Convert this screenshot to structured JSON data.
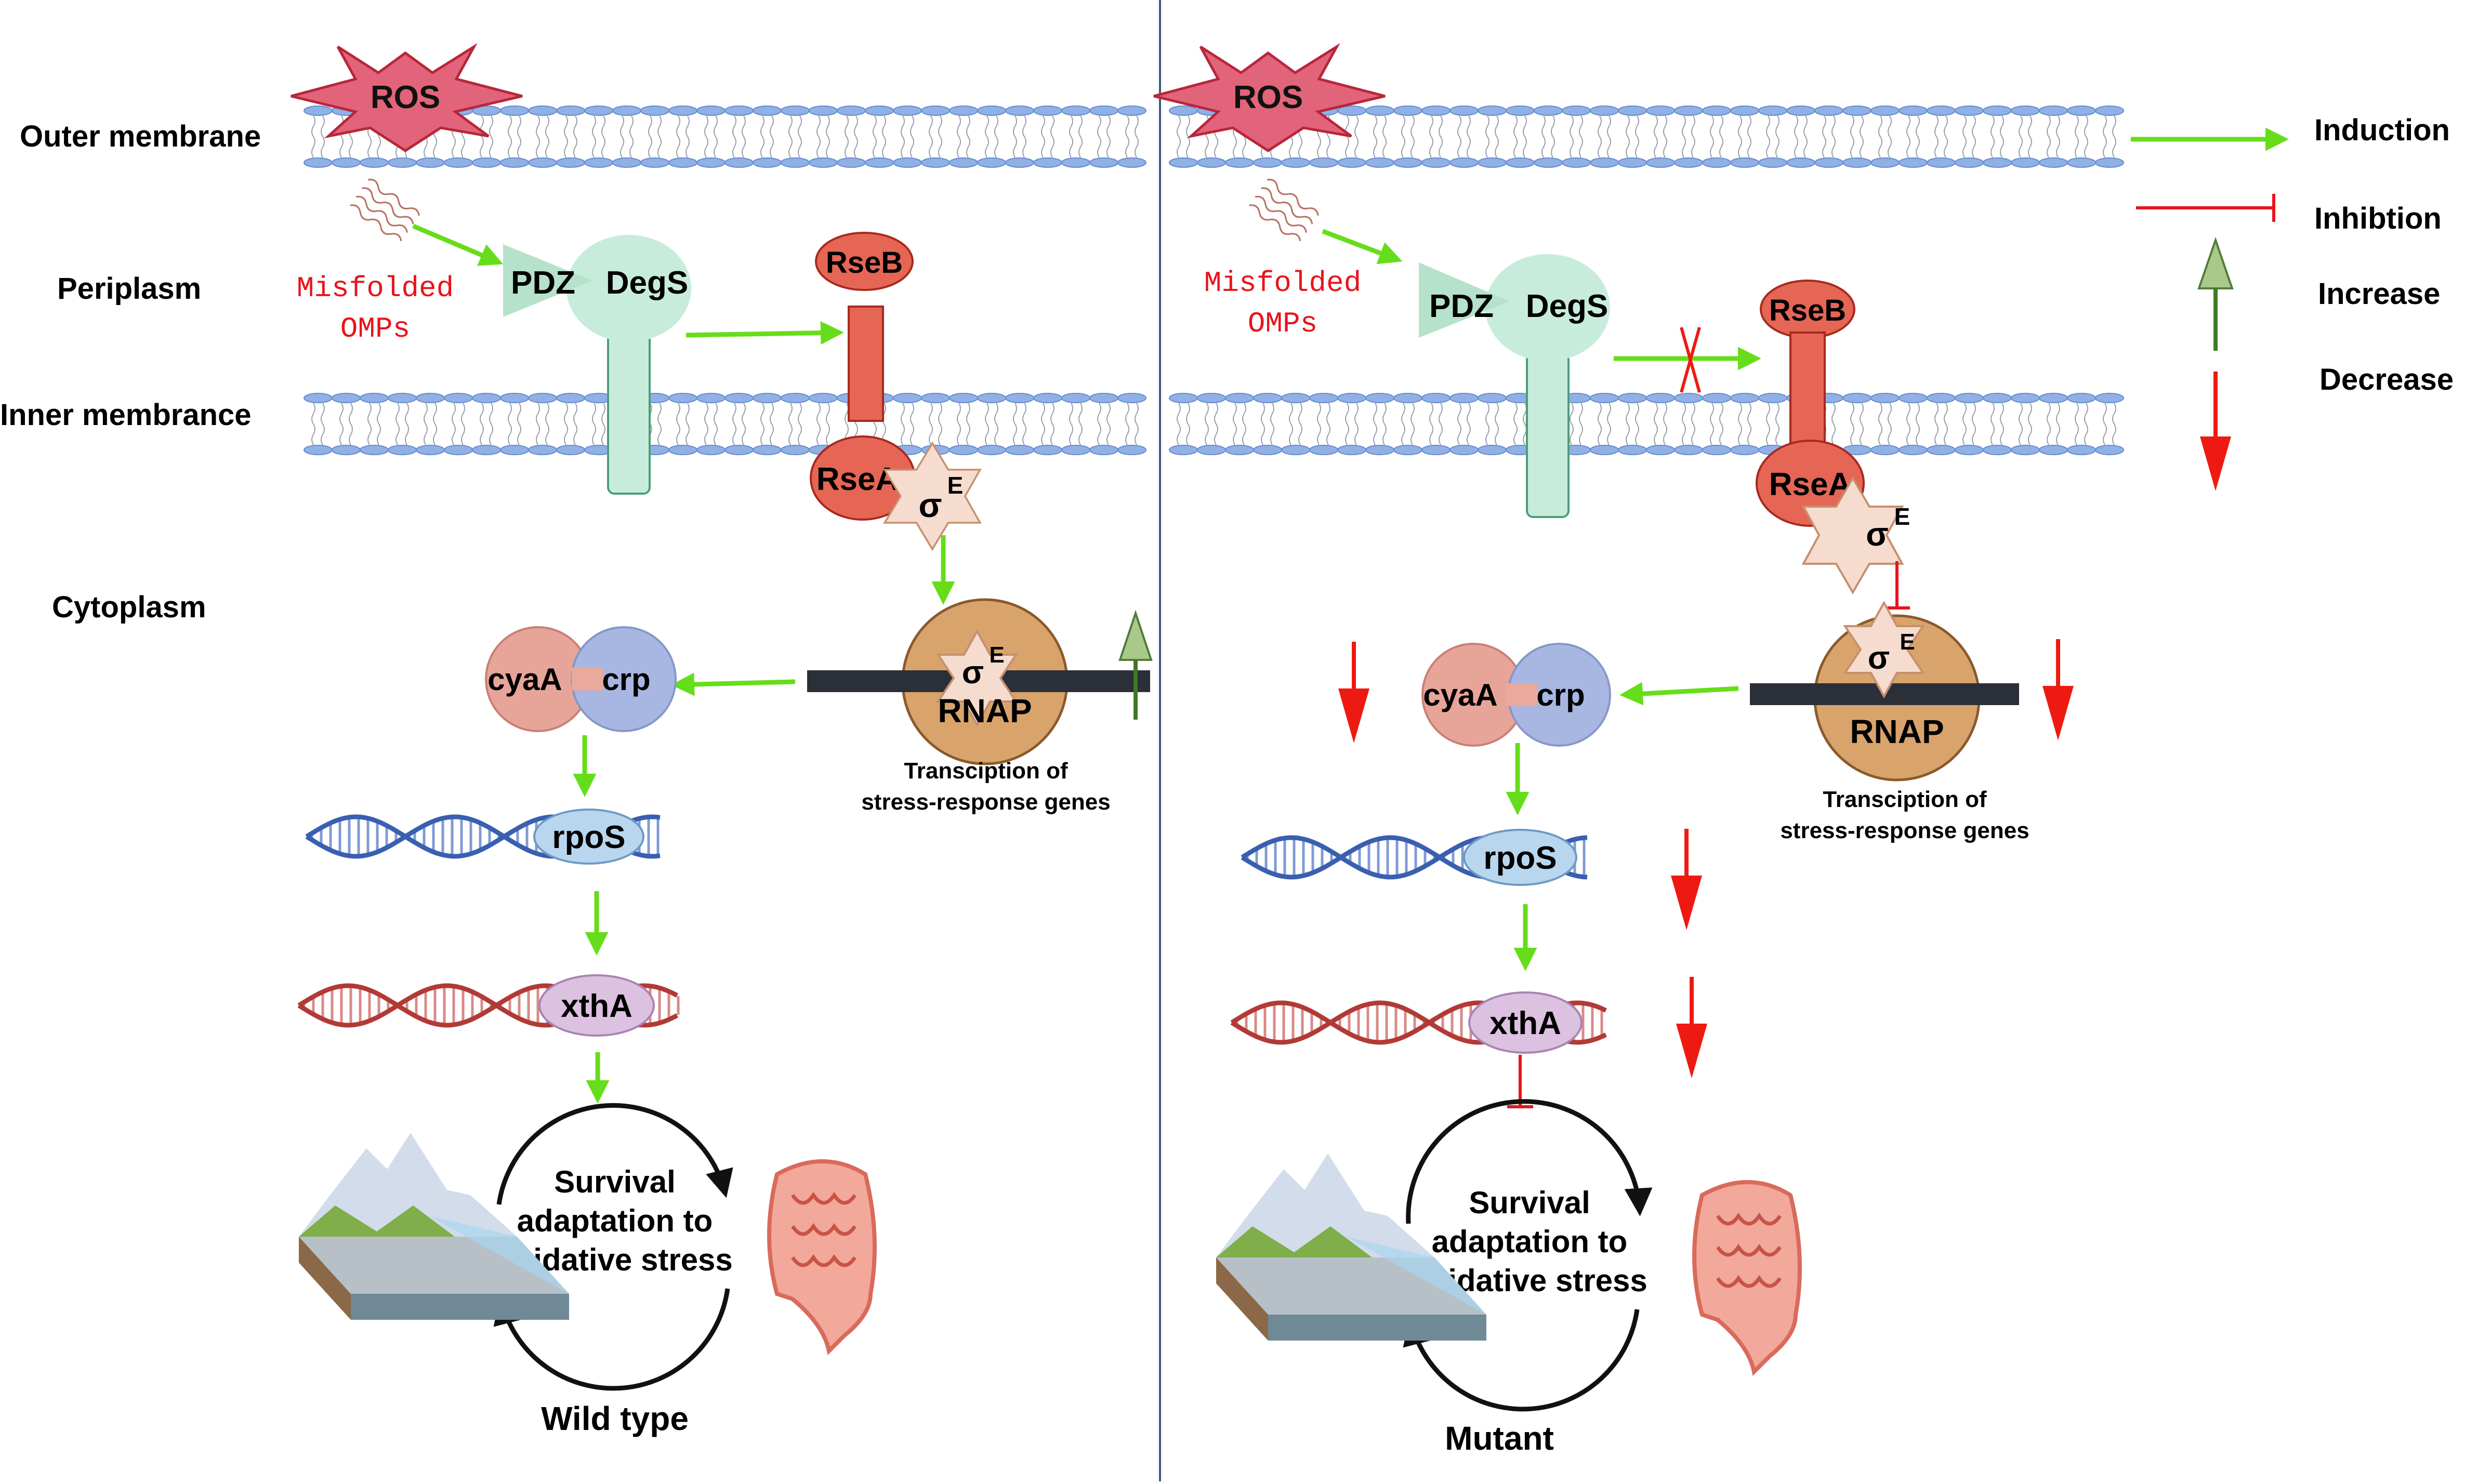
{
  "region_labels": {
    "outer_membrane": "Outer membrane",
    "periplasm": "Periplasm",
    "inner_membrane": "Inner membrance",
    "cytoplasm": "Cytoplasm"
  },
  "legend": {
    "induction": "Induction",
    "inhibition": "Inhibtion",
    "increase": "Increase",
    "decrease": "Decrease"
  },
  "labels": {
    "ros": "ROS",
    "misfolded_line1": "Misfolded",
    "misfolded_line2": "OMPs",
    "pdz": "PDZ",
    "degs": "DegS",
    "rseb": "RseB",
    "rsea": "RseA",
    "sigma": "σ",
    "sigma_sup": "E",
    "rnap": "RNAP",
    "transcription_line1": "Transciption of",
    "transcription_line2": "stress-response genes",
    "cyaa": "cyaA",
    "crp": "crp",
    "rpos": "rpoS",
    "xtha": "xthA",
    "survival_line1": "Survival",
    "survival_line2": "adaptation to",
    "survival_line3": "oxidative stress"
  },
  "panels": {
    "left": {
      "caption": "Wild type"
    },
    "right": {
      "caption": "Mutant"
    }
  },
  "colors": {
    "induction": "#66dd1a",
    "inhibition": "#e8141a",
    "increase": "#a9c98a",
    "decrease": "#ee1a12",
    "rseb": "#e56654",
    "rnap": "#d9a46c",
    "degs": "#c8ecdc",
    "membrane": "#8fb1e6"
  }
}
